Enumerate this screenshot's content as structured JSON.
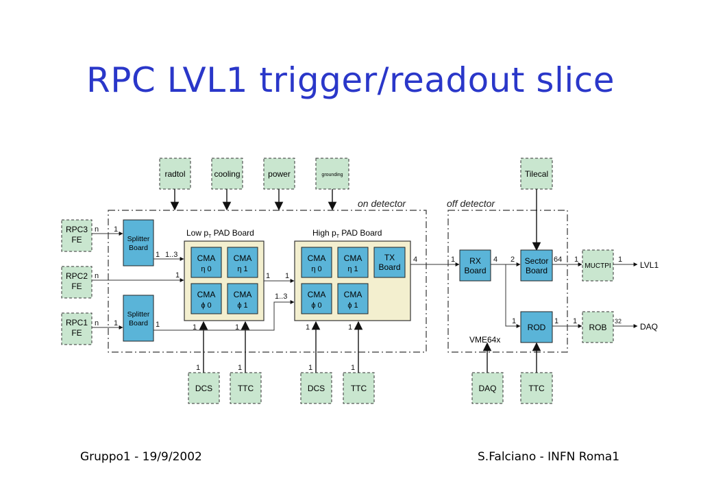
{
  "slide": {
    "title": "RPC LVL1 trigger/readout slice",
    "footer_left": "Gruppo1 - 19/9/2002",
    "footer_right": "S.Falciano - INFN Roma1"
  },
  "diagram": {
    "regions": {
      "on_detector": "on detector",
      "off_detector": "off detector"
    },
    "services": {
      "radtol": "radtol",
      "cooling": "cooling",
      "power": "power",
      "grounding": "grounding",
      "tilecal": "Tilecal"
    },
    "inputs": {
      "rpc3": [
        "RPC3",
        "FE"
      ],
      "rpc2": [
        "RPC2",
        "FE"
      ],
      "rpc1": [
        "RPC1",
        "FE"
      ]
    },
    "splitters": {
      "top": [
        "Splitter",
        "Board"
      ],
      "bottom": [
        "Splitter",
        "Board"
      ]
    },
    "low_pad": {
      "label_pre": "Low p",
      "label_sub": "T",
      "label_post": " PAD Board",
      "cma": [
        [
          "CMA",
          "η 0"
        ],
        [
          "CMA",
          "η 1"
        ],
        [
          "CMA",
          "ϕ 0"
        ],
        [
          "CMA",
          "ϕ 1"
        ]
      ]
    },
    "high_pad": {
      "label_pre": "High p",
      "label_sub": "T",
      "label_post": " PAD Board",
      "cma": [
        [
          "CMA",
          "η 0"
        ],
        [
          "CMA",
          "η 1"
        ],
        [
          "CMA",
          "ϕ 0"
        ],
        [
          "CMA",
          "ϕ 1"
        ]
      ],
      "tx": [
        "TX",
        "Board"
      ]
    },
    "rx": [
      "RX",
      "Board"
    ],
    "sector": [
      "Sector",
      "Board"
    ],
    "rod": "ROD",
    "muctpi": "MUCTPI",
    "rob": "ROB",
    "outputs": {
      "lvl1": "LVL1",
      "daq": "DAQ"
    },
    "vme": "VME64x",
    "bottom_boxes": [
      "DCS",
      "TTC",
      "DCS",
      "TTC",
      "DAQ",
      "TTC"
    ],
    "link_labels": {
      "n1": "n",
      "n2": "n",
      "n3": "n",
      "one": "1",
      "range": "1..3",
      "four": "4",
      "two": "2",
      "sixty_four": "64",
      "thirty_two": "32"
    }
  }
}
